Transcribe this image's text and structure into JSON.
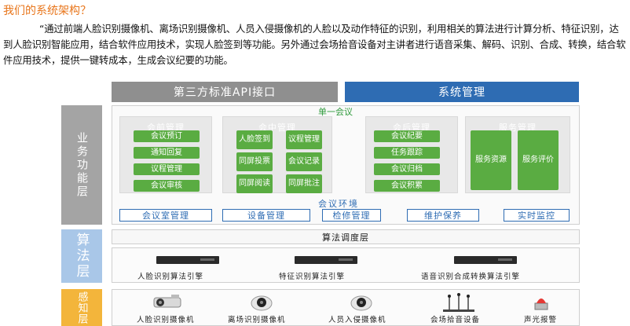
{
  "heading": "我们的系统架构？",
  "paragraph": "“通过前端人脸识别摄像机、离场识别摄像机、人员入侵摄像机的人脸以及动作特征的识别，利用相关的算法进行计算分析、特征识别，达到人脸识别智能应用，结合软件应用技术，实现人脸签到等功能。另外通过会场拾音设备对主讲者进行语音采集、解码、识别、合成、转换，结合软件应用技术，提供一键转成本，生成会议纪要的功能。",
  "top_bars": {
    "api": "第三方标准API接口",
    "system": "系统管理"
  },
  "layers": {
    "business": "业务功能层",
    "algorithm": "算法层",
    "perception": "感知层"
  },
  "single_meeting": "单一会议",
  "columns": [
    {
      "title": "会前管理",
      "items": [
        "会议预订",
        "通知回复",
        "议程管理",
        "会议审核"
      ]
    },
    {
      "title": "会中管理",
      "items": [
        "人脸签到",
        "议程管理",
        "同屏投票",
        "会议记录",
        "同屏阅读",
        "同屏批注"
      ]
    },
    {
      "title": "会后管理",
      "items": [
        "会议纪要",
        "任务跟踪",
        "会议归档",
        "会议积累"
      ]
    },
    {
      "title": "服务管理",
      "items": [
        "服务资源",
        "服务评价"
      ]
    }
  ],
  "environment": {
    "label": "会议环境",
    "items": [
      "会议室管理",
      "设备管理",
      "检修管理",
      "维护保养",
      "实时监控"
    ]
  },
  "scheduling": "算法调度层",
  "engines": [
    "人脸识别算法引擎",
    "特征识别算法引擎",
    "语音识别合成转换算法引擎"
  ],
  "devices": [
    "人脸识别摄像机",
    "离场识别摄像机",
    "人员入侵摄像机",
    "会场拾音设备",
    "声光报警"
  ],
  "colors": {
    "accent_orange": "#e8751a",
    "green": "#5aac42",
    "blue": "#2e6cb3",
    "gray": "#a4a4a4",
    "light_blue": "#a9c7e8",
    "yellow": "#f3b53b"
  }
}
